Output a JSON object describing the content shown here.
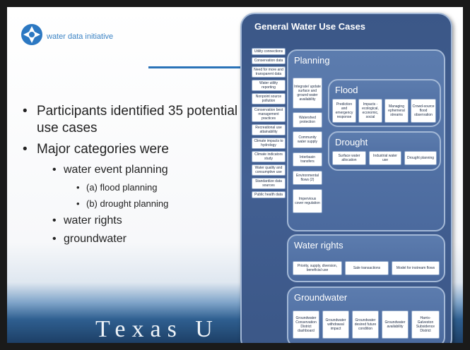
{
  "logo_text": "water data initiative",
  "bullets": [
    {
      "level": 1,
      "text": "Participants identified 35 potential use cases"
    },
    {
      "level": 1,
      "text": "Major categories were"
    },
    {
      "level": 2,
      "text": "water event planning"
    },
    {
      "level": 3,
      "text": "(a) flood planning"
    },
    {
      "level": 3,
      "text": "(b) drought planning"
    },
    {
      "level": 2,
      "text": "water rights"
    },
    {
      "level": 2,
      "text": "groundwater"
    }
  ],
  "footer_text": "Texas U",
  "diagram": {
    "title": "General Water Use Cases",
    "left_items": [
      "Utility connections",
      "Conservation data",
      "Need for more and transparent data",
      "Water utility reporting",
      "Nonpoint source pollution",
      "Conservation best management practices",
      "Recreational use attainability",
      "Climate impacts to hydrology",
      "Climate indicators study",
      "Water quality and consumptive use",
      "Standardize data sources",
      "Public health data"
    ],
    "planning": {
      "title": "Planning",
      "items": [
        "Integrate/ update surface and ground water availability",
        "Watershed protection",
        "Community water supply",
        "Interbasin transfers",
        "Environmental flows (2)",
        "Impervious cover regulation"
      ]
    },
    "flood": {
      "title": "Flood",
      "items": [
        "Prediction and emergency response",
        "Impacts - ecological, economic, social",
        "Managing ephemeral streams",
        "Crowd-source flood observation"
      ]
    },
    "drought": {
      "title": "Drought",
      "items": [
        "Surface water allocation",
        "Industrial water use",
        "Drought planning"
      ]
    },
    "water_rights": {
      "title": "Water rights",
      "items": [
        "Priority, supply, diversion, beneficial use",
        "Sale transactions",
        "Model for instream flows"
      ]
    },
    "groundwater": {
      "title": "Groundwater",
      "items": [
        "Groundwater Conservation District dashboard",
        "Groundwater withdrawal impact",
        "Groundwater desired future condition",
        "Groundwater availability",
        "Harris-Galveston Subsidence District"
      ]
    }
  }
}
